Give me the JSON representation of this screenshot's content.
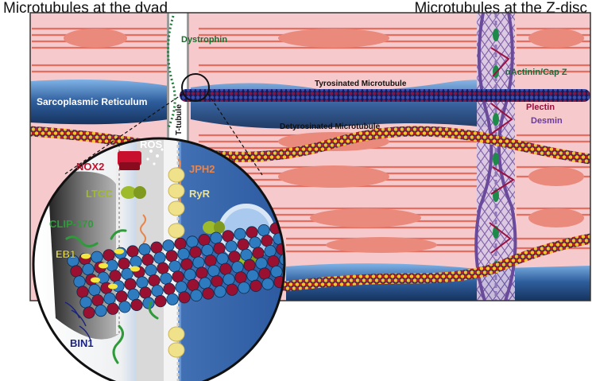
{
  "headers": {
    "left": "Microtubules at the dyad",
    "right": "Microtubules at the Z-disc"
  },
  "labels": {
    "dystrophin": "Dystrophin",
    "sarcoplasmic_reticulum": "Sarcoplasmic Reticulum",
    "t_tubule": "T-tubule",
    "tyrosinated_mt": "Tyrosinated Microtubule",
    "detyrosinated_mt": "Detyrosinated Microtubule",
    "actinin_capz": "αActinin/Cap Z",
    "plectin": "Plectin",
    "desmin": "Desmin",
    "ros": "ROS",
    "nox2": "NOX2",
    "jph2": "JPH2",
    "ltcc": "LTCC",
    "ryr": "RyR",
    "clip170": "CLIP-170",
    "eb1": "EB1",
    "bin1": "BIN1"
  },
  "colors": {
    "cytoplasm": "#f6c9cc",
    "sr": "#2e5d9c",
    "sr_light": "#7fb3e6",
    "tyrosinated": "#1a237e",
    "detyrosinated_red": "#b02020",
    "detyrosinated_yellow": "#f2c230",
    "myofibril": "#e56a5b",
    "z_disc": "#7a5ba8",
    "dystrophin_green": "#1f7a3a",
    "nox2_red": "#c8102e",
    "ltcc_green": "#9dbb2a",
    "ryr_yellow": "#f0e28a",
    "tubulin_blue": "#2f7bc0",
    "tubulin_red": "#9a1030",
    "eb1_yellow": "#f5e642",
    "clip_green": "#2f9a3a"
  }
}
